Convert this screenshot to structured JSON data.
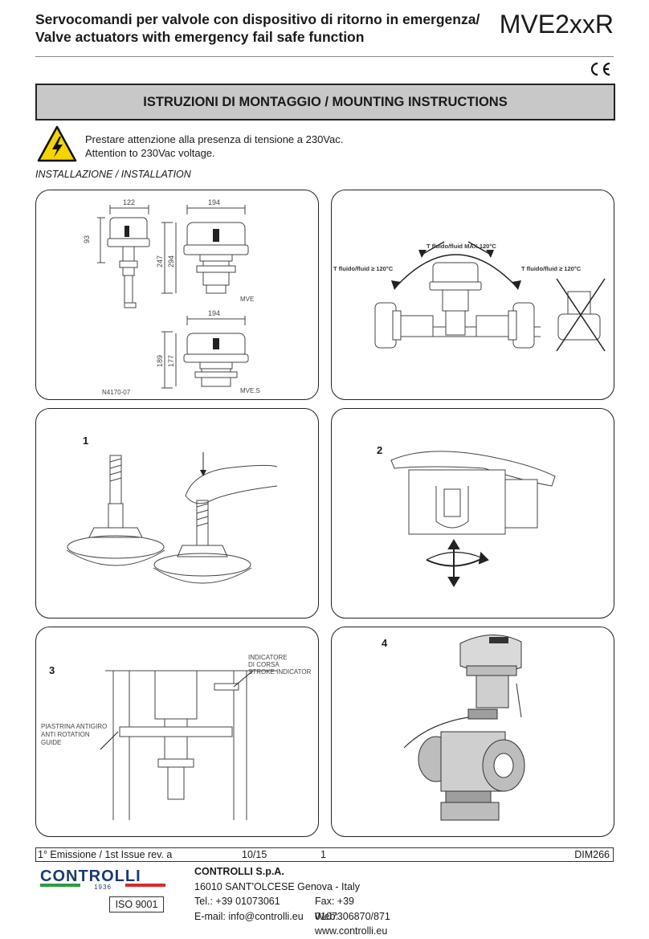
{
  "header": {
    "title_it": "Servocomandi per valvole con dispositivo di ritorno in emergenza/",
    "title_en": "Valve actuators with emergency fail safe function",
    "model_code": "MVE2xxR",
    "ce_mark": "CE"
  },
  "banner": {
    "text": "ISTRUZIONI DI MONTAGGIO / MOUNTING INSTRUCTIONS"
  },
  "warning": {
    "icon": "high-voltage-warning-icon",
    "text_it": "Prestare attenzione alla presenza di tensione a 230Vac.",
    "text_en": "Attention to 230Vac voltage."
  },
  "section": {
    "label": "INSTALLAZIONE / INSTALLATION"
  },
  "panels": {
    "dimensions": {
      "dim_122": "122",
      "dim_194_top": "194",
      "dim_93": "93",
      "dim_247": "247",
      "dim_294": "294",
      "label_mve": "MVE",
      "dim_194_bottom": "194",
      "dim_189": "189",
      "dim_177": "177",
      "drawing_code": "N4170-07",
      "label_mves": "MVE.S"
    },
    "orientation": {
      "max_label": "T fluido/fluid MAX 120°C",
      "left_label": "T fluido/fluid ≥ 120°C",
      "right_label": "T fluido/fluid ≥ 120°C"
    },
    "step1": {
      "number": "1"
    },
    "step2": {
      "number": "2"
    },
    "step3": {
      "number": "3",
      "indicator_it": "INDICATORE",
      "indicator_it2": "DI CORSA",
      "indicator_en": "STROKE INDICATOR",
      "plate_it": "PIASTRINA ANTIGIRO",
      "plate_en": "ANTI ROTATION",
      "plate_en2": "GUIDE"
    },
    "step4": {
      "number": "4"
    }
  },
  "footer": {
    "issue": "1° Emissione / 1st Issue rev. a",
    "date": "10/15",
    "page": "1",
    "doc_code": "DIM266",
    "logo_text": "CONTROLLI",
    "logo_year": "1936",
    "iso": "ISO 9001",
    "company": "CONTROLLI S.p.A.",
    "address": "16010 SANT'OLCESE Genova - Italy",
    "tel": "Tel.: +39 01073061",
    "fax": "Fax: +39 0107306870/871",
    "email": "E-mail: info@controlli.eu",
    "web": "Web: www.controlli.eu"
  }
}
